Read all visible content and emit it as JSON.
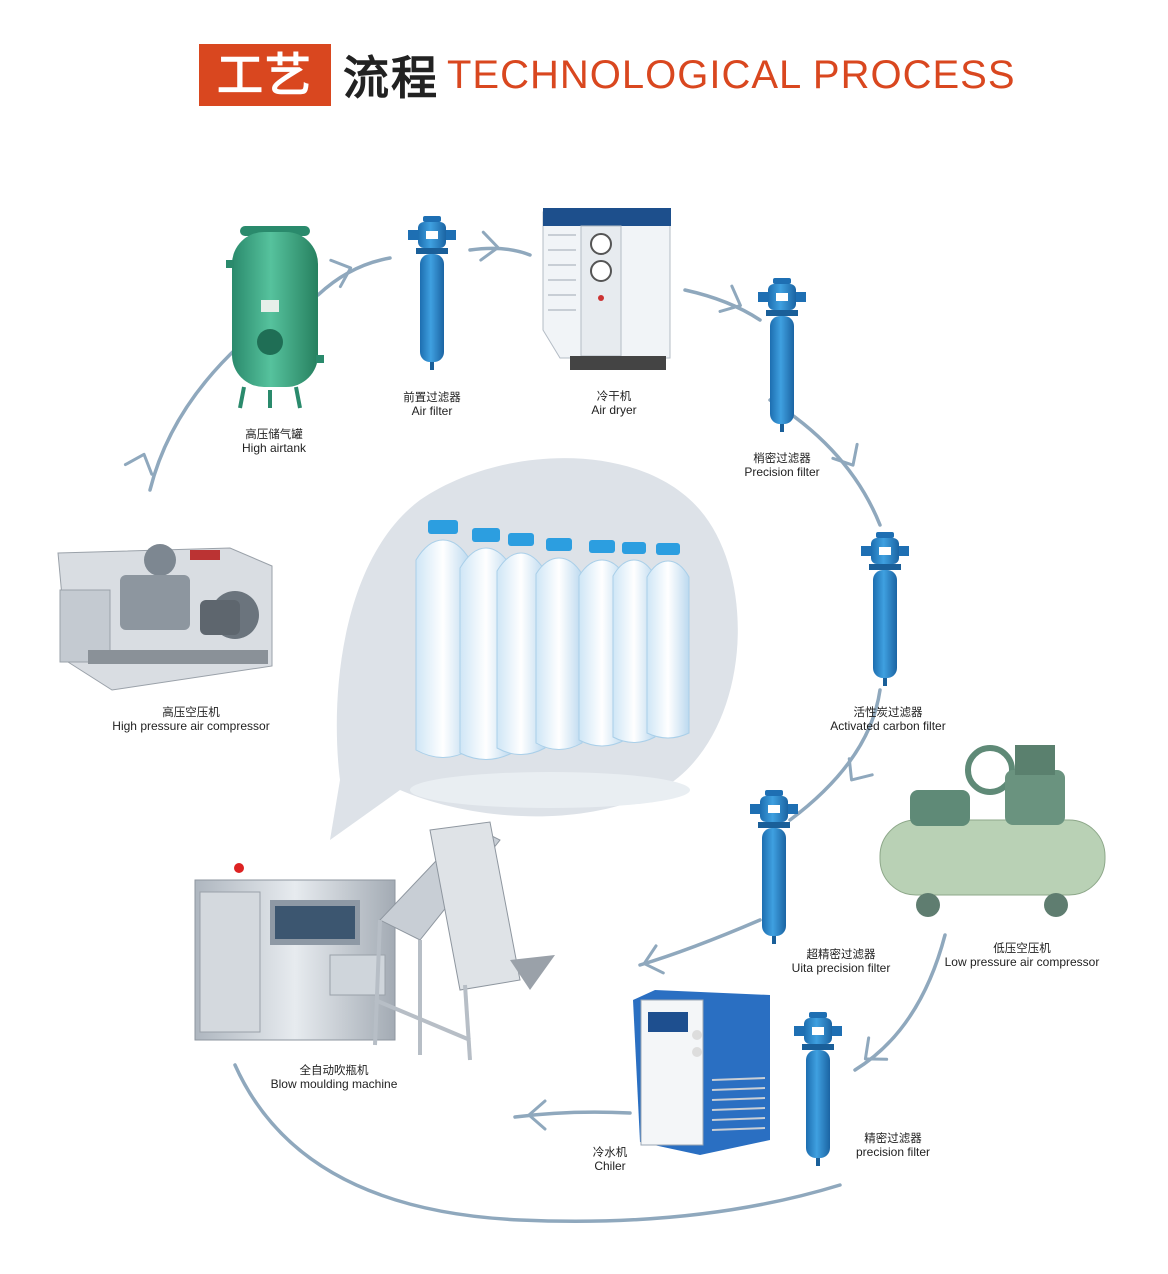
{
  "title": {
    "box_text": "工艺",
    "cn_text": "流程",
    "en_text": "TECHNOLOGICAL PROCESS"
  },
  "colors": {
    "accent": "#d9471f",
    "flow_arrow": "#8fa8bd",
    "filter_blue": "#2b86cc",
    "tank_green": "#3aa584",
    "machine_grey": "#c9cfd6",
    "bubble": "#dde2e8"
  },
  "stages": {
    "high_airtank": {
      "cn": "高压储气罐",
      "en": "High airtank"
    },
    "air_filter": {
      "cn": "前置过滤器",
      "en": "Air filter"
    },
    "air_dryer": {
      "cn": "冷干机",
      "en": "Air dryer"
    },
    "precision_filter_1": {
      "cn": "梢密过滤器",
      "en": "Precision filter"
    },
    "activated_carbon_filter": {
      "cn": "活性炭过滤器",
      "en": "Activated carbon filter"
    },
    "uita_precision_filter": {
      "cn": "超精密过滤器",
      "en": "Uita precision filter"
    },
    "low_pressure_compressor": {
      "cn": "低压空压机",
      "en": "Low pressure air compressor"
    },
    "precision_filter_2": {
      "cn": "精密过滤器",
      "en": "precision filter"
    },
    "chiller": {
      "cn": "冷水机",
      "en": "Chiler"
    },
    "blow_moulding_machine": {
      "cn": "全自动吹瓶机",
      "en": "Blow moulding machine"
    },
    "high_pressure_compressor": {
      "cn": "高压空压机",
      "en": "High pressure air compressor"
    }
  }
}
